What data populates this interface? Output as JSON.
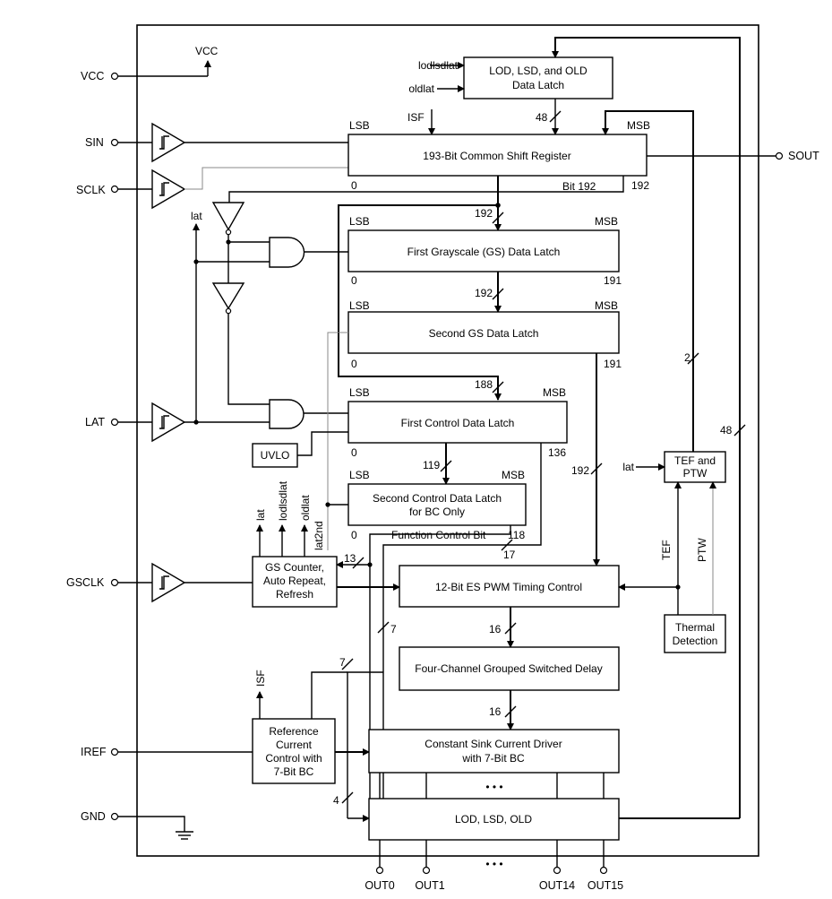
{
  "pins": {
    "vcc": "VCC",
    "sin": "SIN",
    "sclk": "SCLK",
    "lat": "LAT",
    "gsclk": "GSCLK",
    "iref": "IREF",
    "gnd": "GND",
    "sout": "SOUT"
  },
  "vcc_arrow_label": "VCC",
  "outputs": [
    "OUT0",
    "OUT1",
    "OUT14",
    "OUT15"
  ],
  "ellipsis": "• • •",
  "blocks": {
    "lod_latch": [
      "LOD, LSD, and OLD",
      "Data Latch"
    ],
    "shift_register": "193-Bit Common Shift Register",
    "gs_latch1": "First Grayscale (GS) Data Latch",
    "gs_latch2": "Second GS Data Latch",
    "control_latch1": "First Control Data Latch",
    "control_latch2": [
      "Second Control Data Latch",
      "for BC Only"
    ],
    "uvlo": "UVLO",
    "tef_ptw": [
      "TEF and",
      "PTW"
    ],
    "gs_counter": [
      "GS Counter,",
      "Auto Repeat,",
      "Refresh"
    ],
    "pwm_timing": "12-Bit ES PWM Timing Control",
    "switched_delay": "Four-Channel Grouped Switched Delay",
    "thermal": [
      "Thermal",
      "Detection"
    ],
    "ref_current": [
      "Reference",
      "Current",
      "Control with",
      "7-Bit BC"
    ],
    "sink_driver": [
      "Constant Sink Current Driver",
      "with 7-Bit BC"
    ],
    "lod_lsd_old": "LOD, LSD, OLD"
  },
  "signals": {
    "lodlsdlat": "lodlsdlat",
    "oldlat": "oldlat",
    "isf": "ISF",
    "lat": "lat",
    "lat_tef": "lat",
    "isf_out": "ISF",
    "lat_up": "lat",
    "lodlsdlat_up": "lodlsdlat",
    "oldlat_up": "oldlat",
    "lat2nd": "lat2nd",
    "tef": "TEF",
    "ptw": "PTW",
    "bit192": "Bit 192",
    "function_control_bit": "Function Control Bit"
  },
  "bit_labels": {
    "lsb": "LSB",
    "msb": "MSB",
    "sr_start": "0",
    "sr_end": "192",
    "gs1_start": "0",
    "gs1_end": "191",
    "gs2_start": "0",
    "gs2_end": "191",
    "cl1_start": "0",
    "cl1_end": "136",
    "cl2_start": "0",
    "cl2_end": "118"
  },
  "bus_widths": {
    "w48": "48",
    "w192a": "192",
    "w192b": "192",
    "w188": "188",
    "w119": "119",
    "w192c": "192",
    "w2": "2",
    "w48b": "48",
    "w13": "13",
    "w17": "17",
    "w7a": "7",
    "w7b": "7",
    "w16a": "16",
    "w16b": "16",
    "w4": "4"
  }
}
